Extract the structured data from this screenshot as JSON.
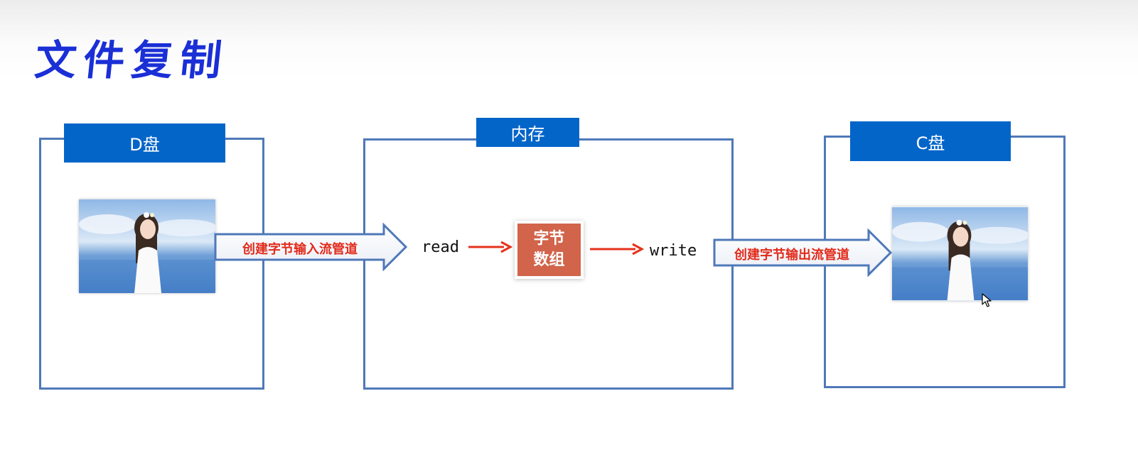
{
  "title": "文件复制",
  "boxes": {
    "d_drive": {
      "label": "D盘"
    },
    "memory": {
      "label": "内存"
    },
    "c_drive": {
      "label": "C盘"
    }
  },
  "flow": {
    "input_pipe": "创建字节输入流管道",
    "read": "read",
    "byte_array_line1": "字节",
    "byte_array_line2": "数组",
    "write": "write",
    "output_pipe": "创建字节输出流管道"
  },
  "colors": {
    "title": "#1a2fd6",
    "box_border": "#4f78b8",
    "label_bg": "#0465c9",
    "arrow_text": "#e22a1a",
    "array_bg": "#d1644a"
  }
}
